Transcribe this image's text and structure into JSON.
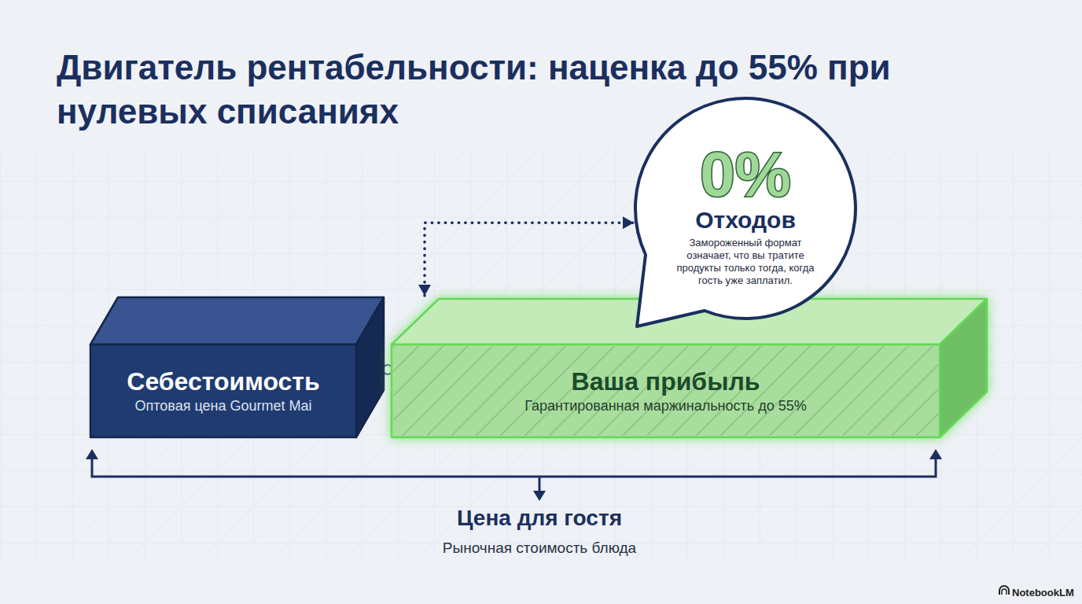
{
  "diagram": {
    "title": "Двигатель рентабельности: наценка до 55% при нулевых списаниях",
    "nodes": [
      {
        "text": [
          "Себестоимость",
          "Оптовая цена Gourmet Mai"
        ]
      },
      {
        "text": [
          "Ваша прибыль",
          "Гарантированная маржинальность до 55%"
        ]
      },
      {
        "text": [
          "0%",
          "Отходов",
          "Замороженный формат означает, что вы тратите продукты только тогда, когда гость уже заплатил."
        ]
      }
    ],
    "edges": [
      {
        "from": 0,
        "to": 1,
        "arrow": "none"
      },
      {
        "from": 1,
        "to": 2,
        "arrow": "both"
      }
    ],
    "labels": [
      "Цена для гостя",
      "Рыночная стоимость блюда",
      "NotebookLM"
    ]
  }
}
